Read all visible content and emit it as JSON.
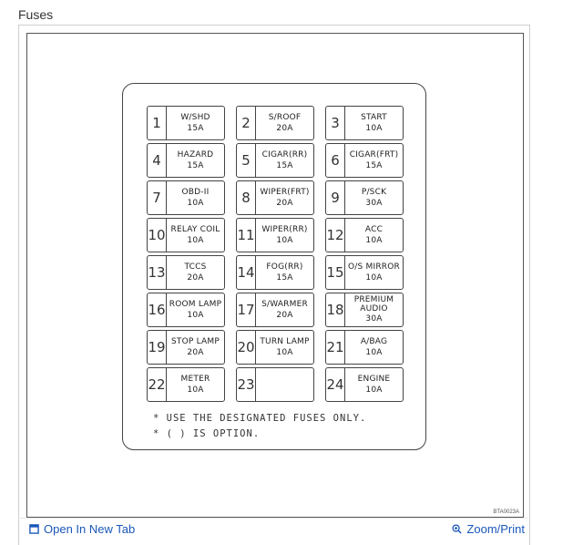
{
  "section": {
    "title": "Fuses"
  },
  "diagram": {
    "code": "BTA0023A",
    "fuses": [
      {
        "num": "1",
        "name": "W/SHD",
        "amp": "15A"
      },
      {
        "num": "2",
        "name": "S/ROOF",
        "amp": "20A"
      },
      {
        "num": "3",
        "name": "START",
        "amp": "10A"
      },
      {
        "num": "4",
        "name": "HAZARD",
        "amp": "15A"
      },
      {
        "num": "5",
        "name": "CIGAR(RR)",
        "amp": "15A"
      },
      {
        "num": "6",
        "name": "CIGAR(FRT)",
        "amp": "15A"
      },
      {
        "num": "7",
        "name": "OBD-II",
        "amp": "10A"
      },
      {
        "num": "8",
        "name": "WIPER(FRT)",
        "amp": "20A"
      },
      {
        "num": "9",
        "name": "P/SCK",
        "amp": "30A"
      },
      {
        "num": "10",
        "name": "RELAY COIL",
        "amp": "10A"
      },
      {
        "num": "11",
        "name": "WIPER(RR)",
        "amp": "10A"
      },
      {
        "num": "12",
        "name": "ACC",
        "amp": "10A"
      },
      {
        "num": "13",
        "name": "TCCS",
        "amp": "20A"
      },
      {
        "num": "14",
        "name": "FOG(RR)",
        "amp": "15A"
      },
      {
        "num": "15",
        "name": "O/S MIRROR",
        "amp": "10A"
      },
      {
        "num": "16",
        "name": "ROOM LAMP",
        "amp": "10A"
      },
      {
        "num": "17",
        "name": "S/WARMER",
        "amp": "20A"
      },
      {
        "num": "18",
        "name": "PREMIUM AUDIO",
        "amp": "30A"
      },
      {
        "num": "19",
        "name": "STOP LAMP",
        "amp": "20A"
      },
      {
        "num": "20",
        "name": "TURN LAMP",
        "amp": "10A"
      },
      {
        "num": "21",
        "name": "A/BAG",
        "amp": "10A"
      },
      {
        "num": "22",
        "name": "METER",
        "amp": "10A"
      },
      {
        "num": "23",
        "name": "",
        "amp": ""
      },
      {
        "num": "24",
        "name": "ENGINE",
        "amp": "10A"
      }
    ],
    "notes": [
      "* USE THE DESIGNATED FUSES ONLY.",
      "* ( ) IS OPTION."
    ]
  },
  "footer": {
    "open_tab": "Open In New Tab",
    "zoom": "Zoom/Print",
    "open_tab_icon": "external-link-icon",
    "zoom_icon": "zoom-icon",
    "link_color": "#1a57b8"
  }
}
